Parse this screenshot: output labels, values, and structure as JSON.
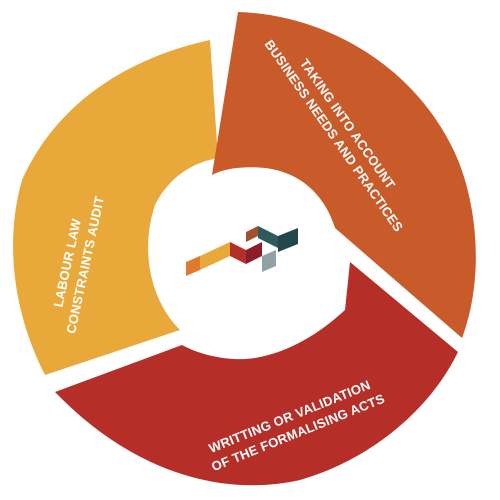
{
  "segments": [
    {
      "id": "labour",
      "color": "#E9A83A",
      "lines": [
        "LABOUR LAW",
        "CONSTRAINTS AUDIT"
      ]
    },
    {
      "id": "business",
      "color": "#C95A2A",
      "lines": [
        "TAKING INTO ACCOUNT",
        "BUSINESS NEEDS AND PRACTICES"
      ]
    },
    {
      "id": "writing",
      "color": "#B62E28",
      "lines": [
        "WRITTING OR VALIDATION",
        "OF THE FORMALISING ACTS"
      ]
    }
  ],
  "logo": {
    "colors": [
      "#E07A2E",
      "#E9A83A",
      "#B62E28",
      "#C95A2A",
      "#2E5A5C",
      "#8B1E2A",
      "#8FA3A6"
    ]
  }
}
